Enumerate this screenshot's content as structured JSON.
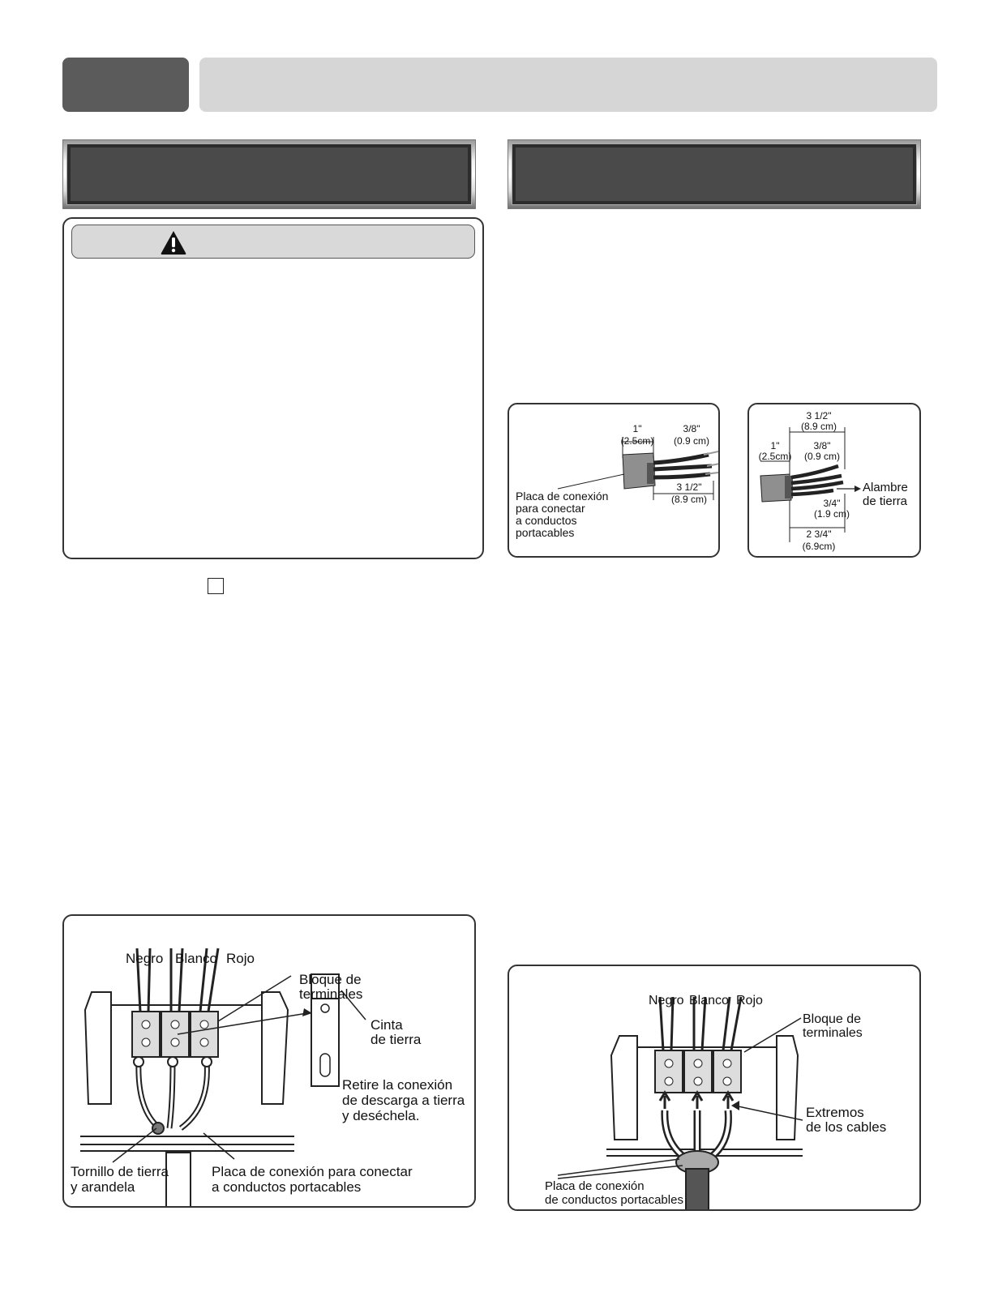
{
  "fig_strip_3wire": {
    "dim_1in": "1\"",
    "dim_1in_cm": "(2.5cm)",
    "dim_38": "3/8\"",
    "dim_38_cm": "(0.9 cm)",
    "dim_312": "3 1/2\"",
    "dim_312_cm": "(8.9 cm)",
    "plate_line1": "Placa de conexión",
    "plate_line2": "para conectar",
    "plate_line3": "a conductos",
    "plate_line4": "portacables"
  },
  "fig_strip_4wire": {
    "dim_312": "3 1/2\"",
    "dim_312_cm": "(8.9 cm)",
    "dim_1in": "1\"",
    "dim_1in_cm": "(2.5cm)",
    "dim_38": "3/8\"",
    "dim_38_cm": "(0.9 cm)",
    "ground_line1": "Alambre",
    "ground_line2": "de tierra",
    "dim_34": "3/4\"",
    "dim_34_cm": "(1.9 cm)",
    "dim_234": "2 3/4\"",
    "dim_234_cm": "(6.9cm)"
  },
  "fig_terminal_left": {
    "wire_black": "Negro",
    "wire_white": "Blanco",
    "wire_red": "Rojo",
    "block_line1": "Bloque de",
    "block_line2": "terminales",
    "strap_line1": "Cinta",
    "strap_line2": "de tierra",
    "remove_line1": "Retire la conexión",
    "remove_line2": "de descarga a tierra",
    "remove_line3": "y deséchela.",
    "screw_line1": "Tornillo de tierra",
    "screw_line2": "y arandela",
    "plate_line1": "Placa de conexión para conectar",
    "plate_line2": "a conductos portacables"
  },
  "fig_terminal_right": {
    "wire_black": "Negro",
    "wire_white": "Blanco",
    "wire_red": "Rojo",
    "block_line1": "Bloque de",
    "block_line2": "terminales",
    "ends_line1": "Extremos",
    "ends_line2": "de los cables",
    "plate_line1": "Placa de conexión",
    "plate_line2": "de conductos portacables"
  }
}
